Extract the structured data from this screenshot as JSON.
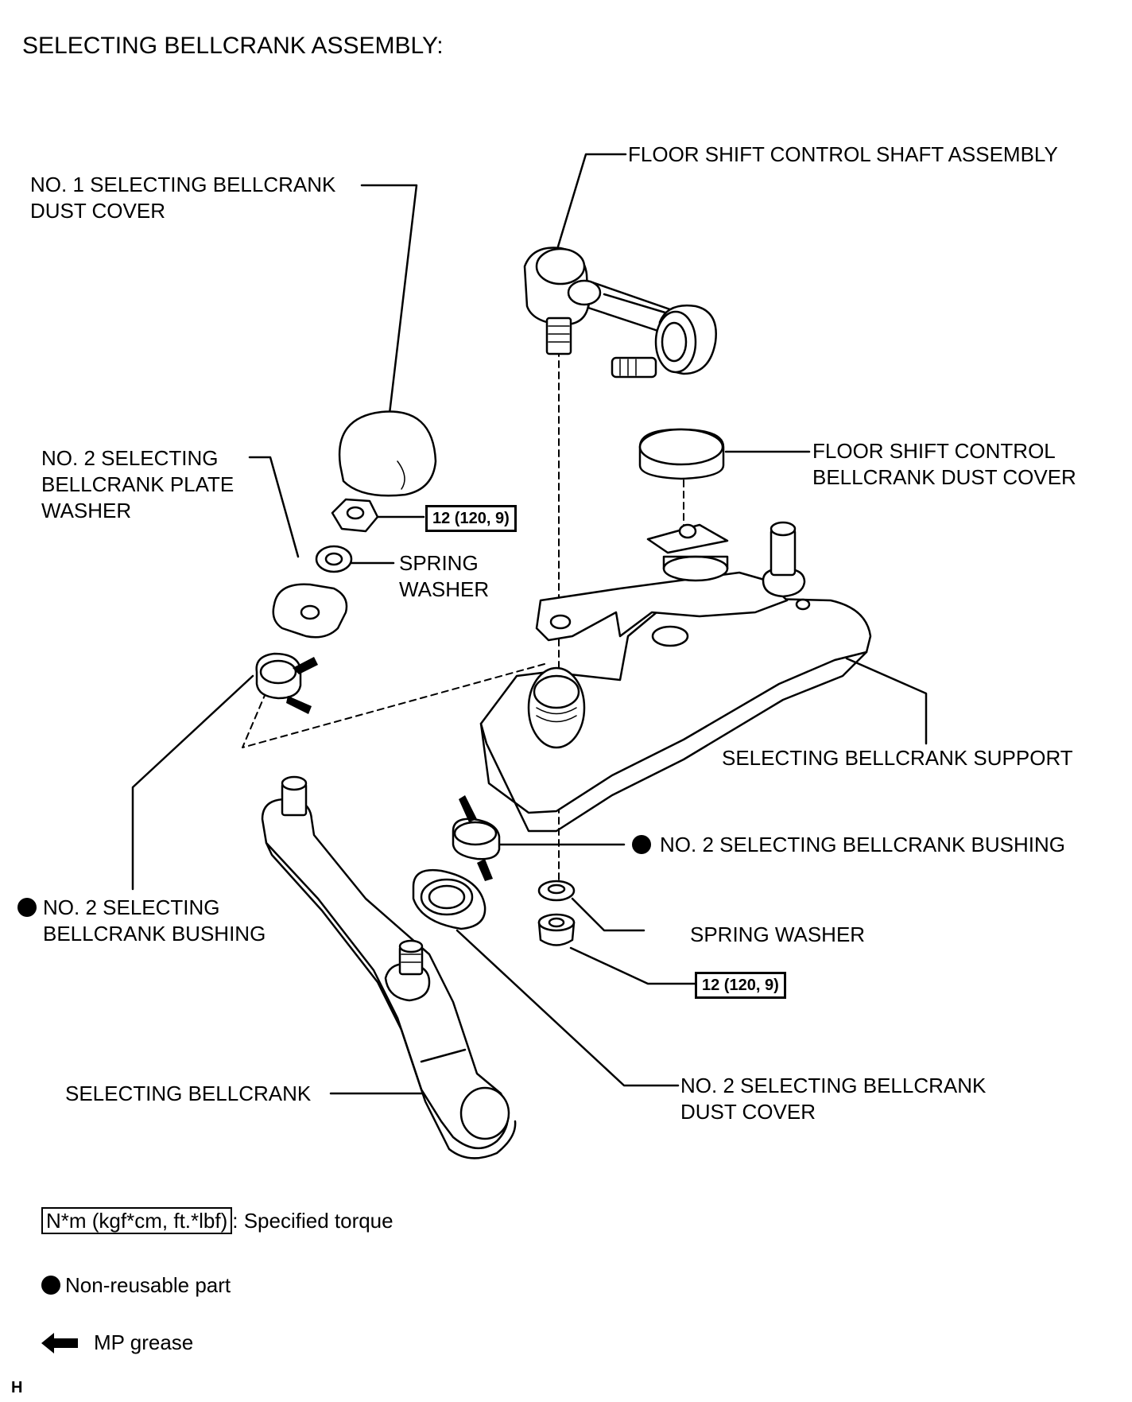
{
  "title": "SELECTING BELLCRANK ASSEMBLY:",
  "colors": {
    "ink": "#000000",
    "paper": "#ffffff",
    "part_fill": "#ffffff"
  },
  "labels": {
    "no1_dust_cover": [
      "NO. 1 SELECTING BELLCRANK",
      "DUST COVER"
    ],
    "floor_shift_shaft": [
      "FLOOR SHIFT CONTROL SHAFT ASSEMBLY"
    ],
    "plate_washer": [
      "NO. 2 SELECTING",
      "BELLCRANK PLATE",
      "WASHER"
    ],
    "spring_washer_upper": [
      "SPRING",
      "WASHER"
    ],
    "floor_shift_dust_cover": [
      "FLOOR SHIFT CONTROL",
      "BELLCRANK DUST COVER"
    ],
    "bellcrank_support": [
      "SELECTING BELLCRANK SUPPORT"
    ],
    "bushing_right": [
      "NO. 2 SELECTING BELLCRANK BUSHING"
    ],
    "bushing_left": [
      "NO. 2 SELECTING",
      "BELLCRANK BUSHING"
    ],
    "spring_washer_lower": [
      "SPRING WASHER"
    ],
    "bellcrank": [
      "SELECTING BELLCRANK"
    ],
    "no2_dust_cover": [
      "NO. 2 SELECTING BELLCRANK",
      "DUST COVER"
    ]
  },
  "torque": {
    "upper": "12 (120, 9)",
    "lower": "12 (120, 9)"
  },
  "legend": {
    "torque_unit": "N*m (kgf*cm, ft.*lbf)",
    "torque_text": ": Specified torque",
    "nonreusable_text": "Non-reusable part",
    "grease_text": "MP grease"
  },
  "icons": {
    "non_reusable": "filled-circle-icon",
    "grease": "arrow-left-icon"
  },
  "footer_code": "H"
}
